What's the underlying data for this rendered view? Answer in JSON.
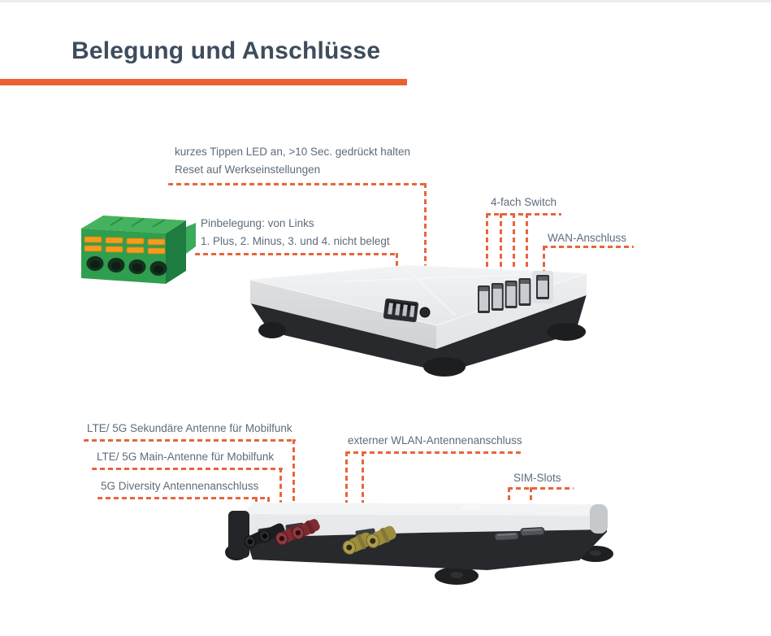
{
  "page": {
    "title": "Belegung und Anschlüsse"
  },
  "colors": {
    "accent_bar": "#EA6231",
    "dashed_line": "#E8653C",
    "title_text": "#3E4D5D",
    "label_text": "#5D6C7B",
    "device_top": "#ECEEF0",
    "device_body_dark": "#28292C",
    "terminal_green": "#2F9E4E",
    "terminal_clip_orange": "#F49C1E",
    "sma_black": "#1C1D1F",
    "sma_red": "#7E2B32",
    "sma_gold": "#9C8D3F"
  },
  "top_view": {
    "reset_label_line1": "kurzes Tippen LED an, >10 Sec. gedrückt halten",
    "reset_label_line2": "Reset auf Werkseinstellungen",
    "pin_label_line1": "Pinbelegung: von Links",
    "pin_label_line2": "1. Plus, 2. Minus, 3. und 4. nicht belegt",
    "switch_label": "4-fach Switch",
    "wan_label": "WAN-Anschluss"
  },
  "bottom_view": {
    "secondary_antenna_label": "LTE/ 5G Sekundäre Antenne für Mobilfunk",
    "main_antenna_label": "LTE/ 5G Main-Antenne für Mobilfunk",
    "diversity_antenna_label": "5G Diversity Antennenanschluss",
    "wlan_antenna_label": "externer WLAN-Antennenanschluss",
    "sim_label": "SIM-Slots"
  }
}
